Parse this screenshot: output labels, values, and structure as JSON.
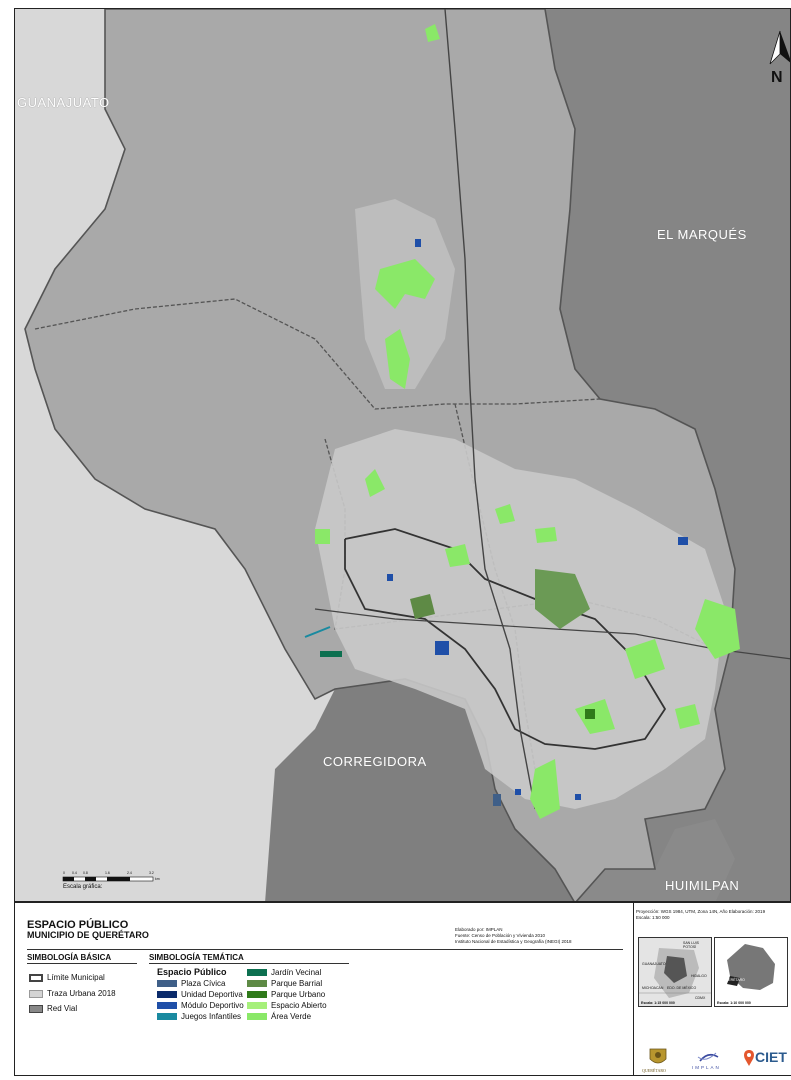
{
  "labels": {
    "guanajuato": "GUANAJUATO",
    "el_marques": "EL MARQUÉS",
    "corregidora": "CORREGIDORA",
    "huimilpan": "HUIMILPAN",
    "north": "N"
  },
  "scale_bar": {
    "ticks": [
      "0",
      "0.4",
      "0.8",
      "1.6",
      "2.4",
      "3.2"
    ],
    "unit": "km",
    "label": "Escala gráfica:"
  },
  "title": {
    "line1": "ESPACIO PÚBLICO",
    "line2": "MUNICIPIO DE QUERÉTARO"
  },
  "credits": {
    "line1": "Elaborado por: IMPLAN",
    "line2": "Fuente: Censo de Población y Vivienda 2010",
    "line3": "Instituto Nacional de Estadística y Geografía (INEGI) 2018"
  },
  "basic": {
    "header": "SIMBOLOGÍA BÁSICA",
    "items": [
      {
        "label": "Límite Municipal"
      },
      {
        "label": "Traza Urbana 2018"
      },
      {
        "label": "Red Vial"
      }
    ]
  },
  "thematic": {
    "header": "SIMBOLOGÍA TEMÁTICA",
    "group": "Espacio Público",
    "items": [
      {
        "label": "Plaza Cívica",
        "color": "#3f5f88"
      },
      {
        "label": "Unidad Deportiva",
        "color": "#0b2b6b"
      },
      {
        "label": "Módulo Deportivo",
        "color": "#1f4fa8"
      },
      {
        "label": "Juegos Infantiles",
        "color": "#1a8aa0"
      },
      {
        "label": "Jardín Vecinal",
        "color": "#0d7050"
      },
      {
        "label": "Parque Barrial",
        "color": "#5e8a45"
      },
      {
        "label": "Parque Urbano",
        "color": "#2f7a1a"
      },
      {
        "label": "Espacio Abierto",
        "color": "#a6f07a"
      },
      {
        "label": "Área Verde",
        "color": "#8ae868"
      }
    ]
  },
  "projection": {
    "line1": "Proyección: WGS 1984, UTM, Zona 14N, Año Elaboración: 2019",
    "line2": "Escala: 1:50 000"
  },
  "mini_map1": {
    "labels": [
      "SAN LUIS POTOSÍ",
      "GUANAJUATO",
      "HIDALGO",
      "MICHOACÁN",
      "EDO. DE MÉXICO",
      "CDMX"
    ],
    "scale": "Escala: 1:15 000 000"
  },
  "mini_map2": {
    "labels": [
      "QUERÉTARO"
    ],
    "scale": "Escala: 1:10 000 000"
  },
  "logos": {
    "queretaro": "QUERÉTARO",
    "implan": "IMPLAN",
    "ciet": "CIET"
  }
}
